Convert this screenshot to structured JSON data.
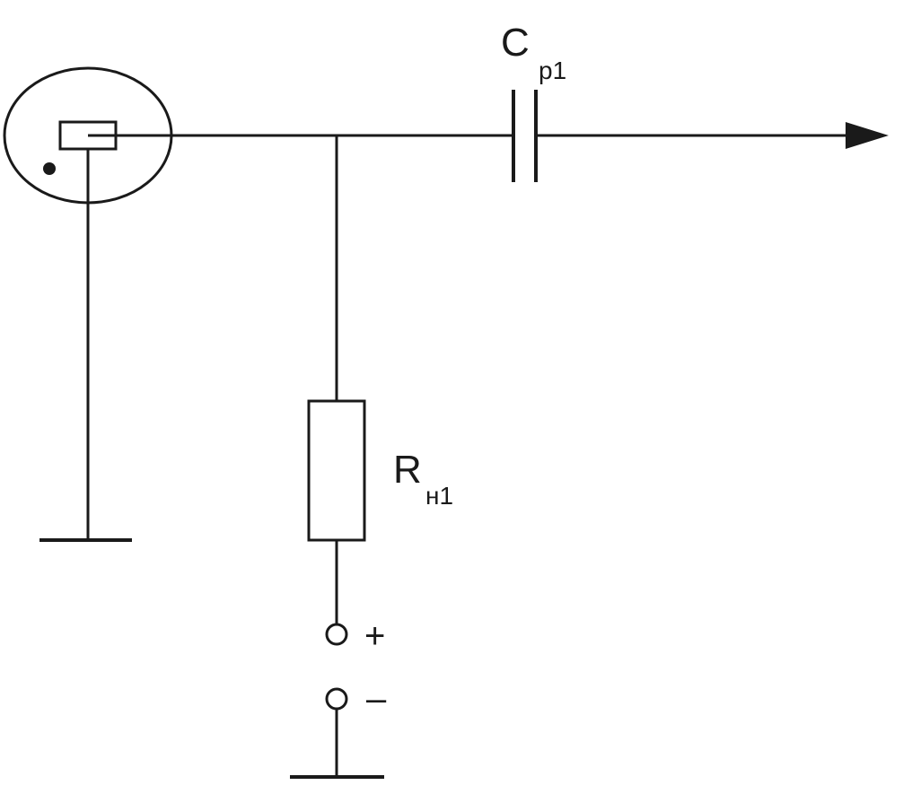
{
  "capacitor": {
    "label_main": "C",
    "label_sub": "p1"
  },
  "resistor": {
    "label_main": "R",
    "label_sub": "н1"
  },
  "supply": {
    "plus_label": "+",
    "minus_label": "–"
  }
}
